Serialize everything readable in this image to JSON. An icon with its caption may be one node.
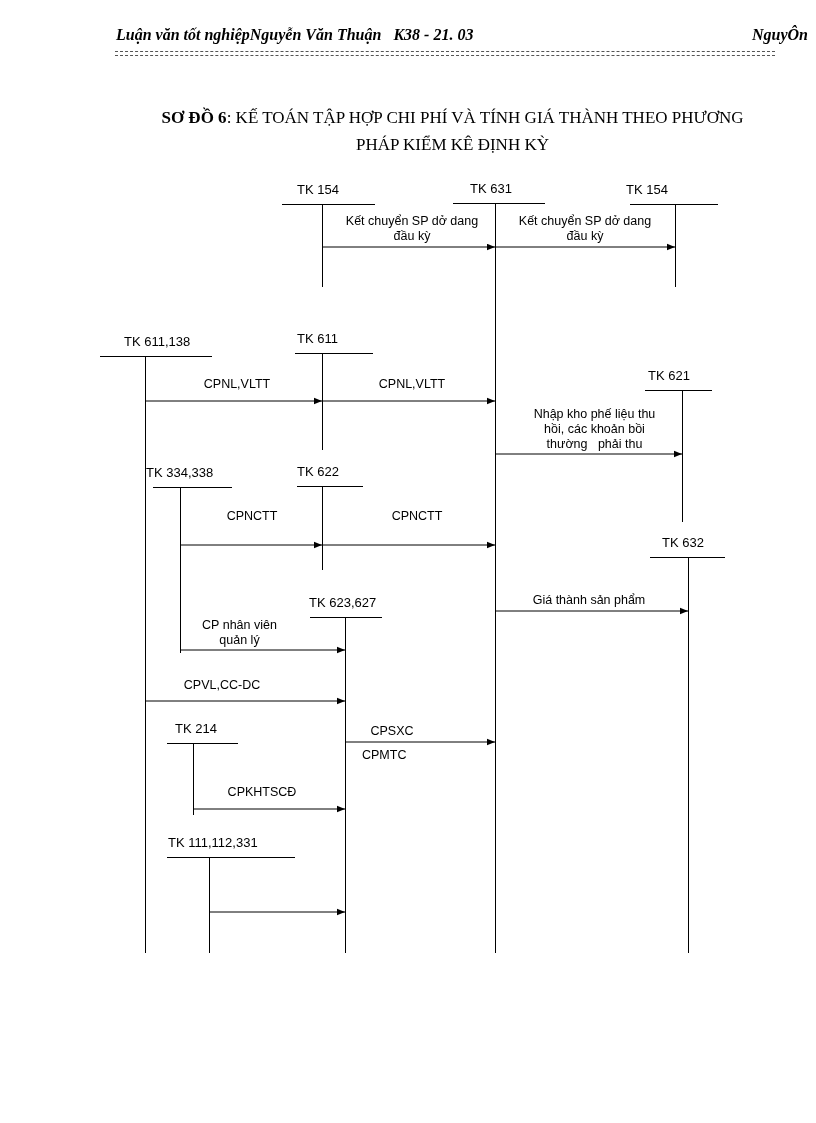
{
  "diagram": {
    "title": "**SƠ ĐỒ 6**: KẾ TOÁN TẬP HỢP CHI PHÍ VÀ TÍNH GIÁ THÀNH THEO PHƯƠNG PHÁP KIỂM KÊ ĐỊNH KỲ",
    "nodes": [
      {
        "text": [
          "TK 154"
        ]
      },
      {
        "text": [
          "TK 631"
        ]
      },
      {
        "text": [
          "TK 154"
        ]
      },
      {
        "text": [
          "TK 611,138"
        ]
      },
      {
        "text": [
          "TK 611"
        ]
      },
      {
        "text": [
          "TK 621"
        ]
      },
      {
        "text": [
          "TK 334,338"
        ]
      },
      {
        "text": [
          "TK 622"
        ]
      },
      {
        "text": [
          "TK 632"
        ]
      },
      {
        "text": [
          "TK 623,627"
        ]
      },
      {
        "text": [
          "TK 214"
        ]
      },
      {
        "text": [
          "TK 111,112,331"
        ]
      }
    ],
    "edges": [
      {
        "from": 0,
        "to": 1,
        "arrow": "to",
        "label": "Kết chuyển SP dở dang đầu kỳ"
      },
      {
        "from": 1,
        "to": 2,
        "arrow": "to",
        "label": "Kết chuyển SP dở dang đầu kỳ"
      },
      {
        "from": 3,
        "to": 4,
        "arrow": "to",
        "label": "CPNL,VLTT"
      },
      {
        "from": 4,
        "to": 1,
        "arrow": "to",
        "label": "CPNL,VLTT"
      },
      {
        "from": 1,
        "to": 5,
        "arrow": "to",
        "label": "Nhập kho phế liệu thu hồi, các khoản bồi thường   phải thu"
      },
      {
        "from": 6,
        "to": 7,
        "arrow": "to",
        "label": "CPNCTT"
      },
      {
        "from": 7,
        "to": 1,
        "arrow": "to",
        "label": "CPNCTT"
      },
      {
        "from": 1,
        "to": 8,
        "arrow": "to",
        "label": "Giá thành sản phẩm"
      },
      {
        "from": 6,
        "to": 9,
        "arrow": "to",
        "label": "CP nhân viên quản lý"
      },
      {
        "from": 3,
        "to": 9,
        "arrow": "to",
        "label": "CPVL,CC-DC"
      },
      {
        "from": 9,
        "to": 1,
        "arrow": "to",
        "label": "CPSXC"
      },
      {
        "from": 10,
        "to": 9,
        "arrow": "to",
        "label": "CPKHTSCĐ"
      },
      {
        "from": 11,
        "to": 9,
        "arrow": "to"
      }
    ],
    "labels": [
      "Luận văn tốt nghiệpNguyễn Văn Thuận   K38 - 21. 03",
      "NguyÔn",
      "CPMTC"
    ]
  }
}
